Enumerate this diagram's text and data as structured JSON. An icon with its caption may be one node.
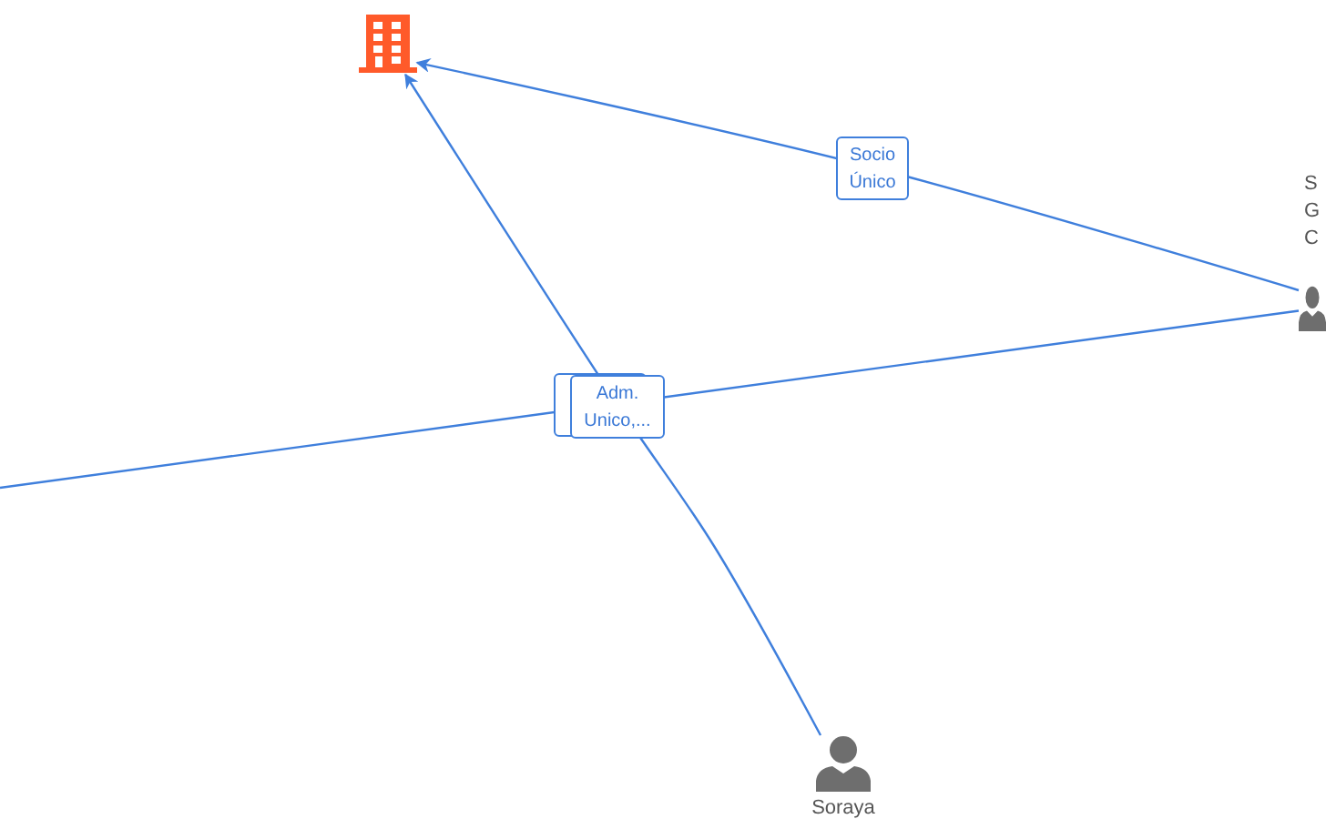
{
  "diagram": {
    "nodes": [
      {
        "text": [],
        "shape": "building"
      },
      {
        "text": [],
        "shape": "person"
      },
      {
        "text": [
          "Soraya"
        ]
      }
    ],
    "edges": [
      {
        "from": 1,
        "to": 0,
        "arrow": "to",
        "label": "Socio Único"
      },
      {
        "from": 2,
        "to": 0,
        "arrow": "to",
        "label": "Adm. Unico,..."
      },
      {
        "from": 1,
        "to": null,
        "arrow": "none"
      }
    ],
    "labels": [
      "S G C"
    ]
  }
}
